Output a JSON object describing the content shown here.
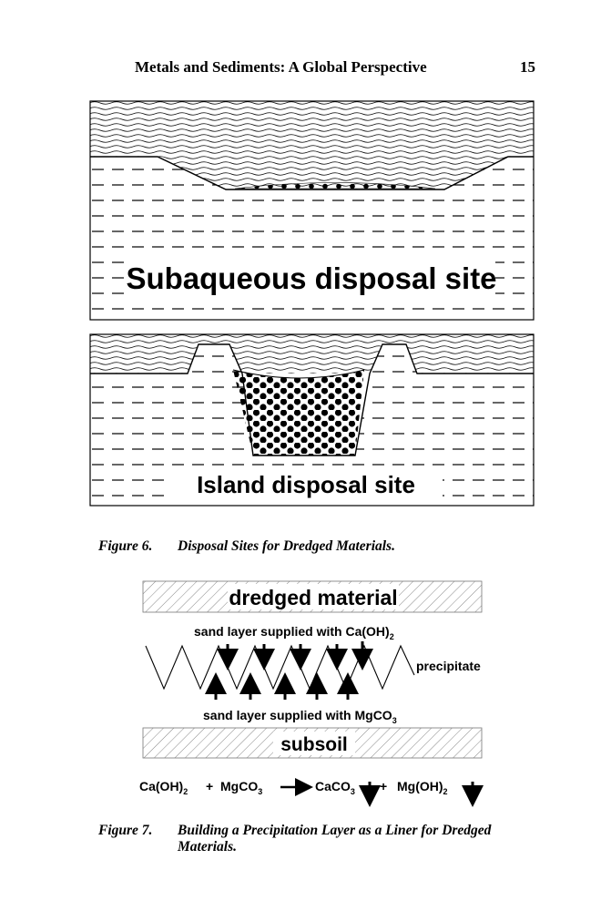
{
  "header": {
    "running_title": "Metals and Sediments:  A Global Perspective",
    "page_number": "15"
  },
  "figure6": {
    "panel_top_label": "Subaqueous disposal site",
    "panel_bottom_label": "Island disposal site",
    "caption_label": "Figure 6.",
    "caption_text": "Disposal Sites for Dredged Materials."
  },
  "figure7": {
    "top_layer_label": "dredged material",
    "upper_sand_label": "sand layer supplied with Ca(OH)",
    "upper_sand_sub": "2",
    "precipitate_label": "precipitate",
    "lower_sand_label": "sand layer supplied with MgCO",
    "lower_sand_sub": "3",
    "bottom_layer_label": "subsoil",
    "equation": {
      "r1": "Ca(OH)",
      "r1_sub": "2",
      "plus1": "+",
      "r2": "MgCO",
      "r2_sub": "3",
      "p1": "CaCO",
      "p1_sub": "3",
      "plus2": "+",
      "p2": "Mg(OH)",
      "p2_sub": "2"
    },
    "caption_label": "Figure 7.",
    "caption_text": "Building a Precipitation Layer as a Liner for Dredged Materials."
  }
}
